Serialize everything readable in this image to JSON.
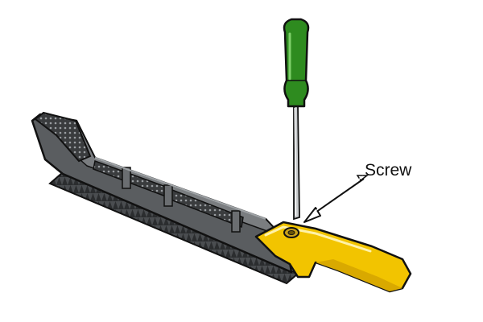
{
  "labels": {
    "screw": "Screw"
  },
  "colors": {
    "file_body": "#55585b",
    "file_dark": "#2b2d2f",
    "handle": "#f2c400",
    "handle_shade": "#d9a900",
    "screwdriver_handle": "#2e8b1f",
    "screwdriver_shaft": "#c9ccce",
    "outline": "#111111"
  },
  "parts": [
    {
      "name": "surform-file",
      "icon": "shaver-file"
    },
    {
      "name": "screwdriver",
      "icon": "screwdriver"
    },
    {
      "name": "file-handle",
      "icon": "handle"
    },
    {
      "name": "screw",
      "icon": "screw-head"
    }
  ]
}
